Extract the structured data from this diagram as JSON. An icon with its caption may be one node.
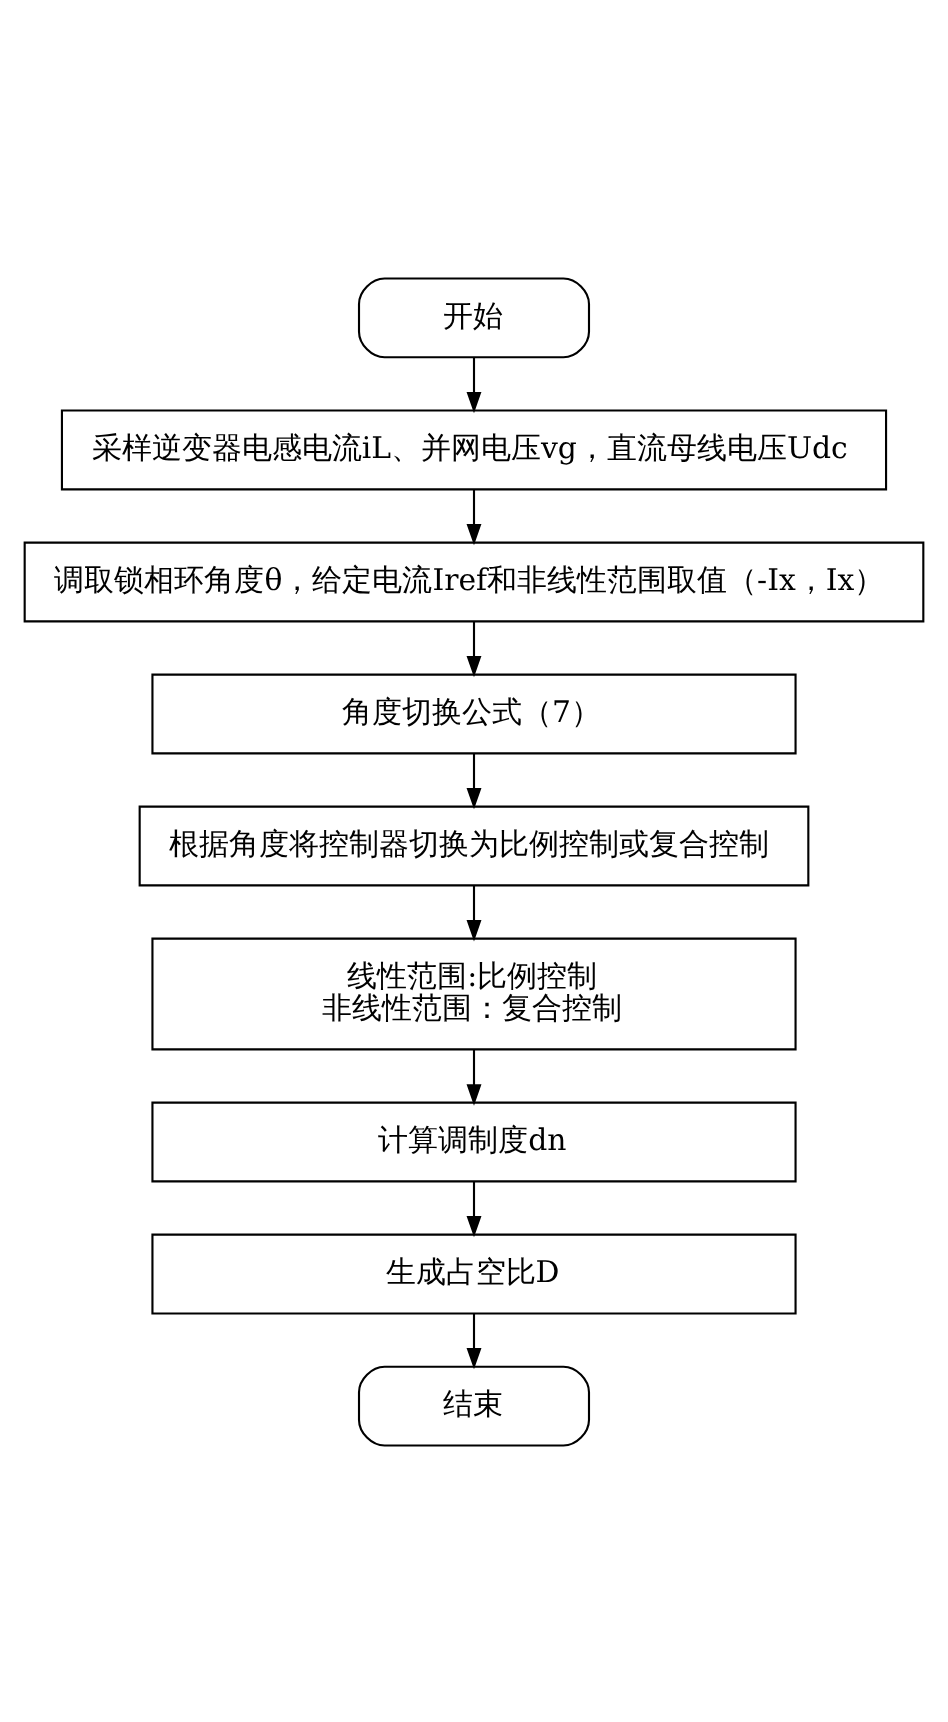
{
  "diagram": {
    "nodes": [
      {
        "text": [
          "开始"
        ]
      },
      {
        "text": [
          "采样逆变器电感电流iL、并网电压vg，直流母线电压Udc"
        ]
      },
      {
        "text": [
          "调取锁相环角度θ，给定电流Iref和非线性范围取值（-Ix，Ix）"
        ]
      },
      {
        "text": [
          "角度切换公式（7）"
        ]
      },
      {
        "text": [
          "根据角度将控制器切换为比例控制或复合控制"
        ]
      },
      {
        "text": [
          "线性范围:比例控制",
          "非线性范围：复合控制"
        ]
      },
      {
        "text": [
          "计算调制度dn"
        ]
      },
      {
        "text": [
          "生成占空比D"
        ]
      },
      {
        "text": [
          "结束"
        ]
      }
    ],
    "edges": [
      {
        "from": 0,
        "to": 1,
        "arrow": "to"
      },
      {
        "from": 1,
        "to": 2,
        "arrow": "to"
      },
      {
        "from": 2,
        "to": 3,
        "arrow": "to"
      },
      {
        "from": 3,
        "to": 4,
        "arrow": "to"
      },
      {
        "from": 4,
        "to": 5,
        "arrow": "to"
      },
      {
        "from": 5,
        "to": 6,
        "arrow": "to"
      },
      {
        "from": 6,
        "to": 7,
        "arrow": "to"
      },
      {
        "from": 7,
        "to": 8,
        "arrow": "to"
      }
    ]
  }
}
